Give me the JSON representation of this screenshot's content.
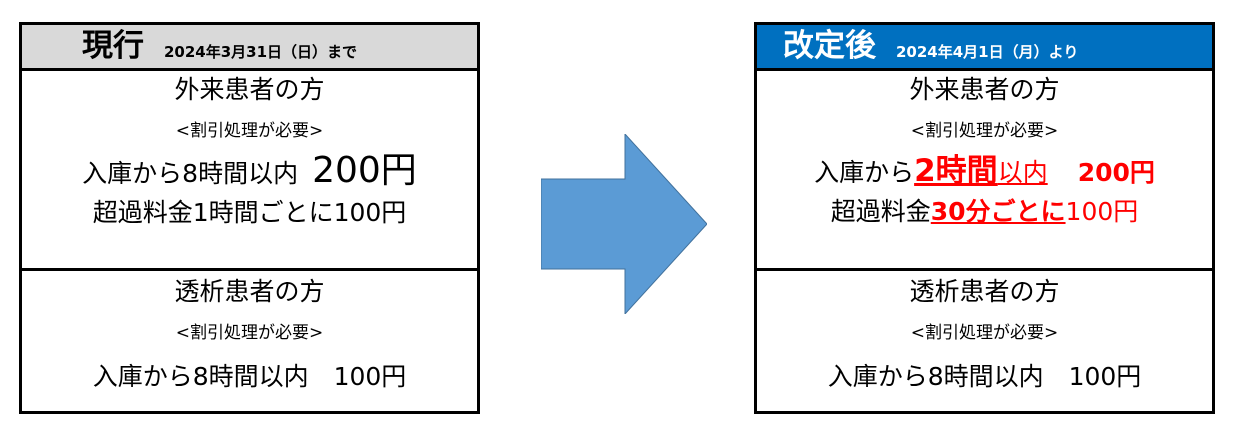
{
  "current": {
    "header_big": "現行",
    "header_small": "2024年3月31日（日）まで",
    "outpatient": {
      "title": "外来患者の方",
      "note": "<割引処理が必要>",
      "main_text": "入庫から8時間以内",
      "main_price": "200円",
      "extra": "超過料金1時間ごとに100円"
    },
    "dialysis": {
      "title": "透析患者の方",
      "note": "<割引処理が必要>",
      "main": "入庫から8時間以内　100円"
    }
  },
  "revised": {
    "header_big": "改定後",
    "header_small": "2024年4月1日（月）より",
    "outpatient": {
      "title": "外来患者の方",
      "note": "<割引処理が必要>",
      "main_prefix": "入庫から",
      "main_highlight": "2時間",
      "main_suffix": "以内",
      "main_price": "200円",
      "extra_prefix": "超過料金",
      "extra_highlight": "30分ごとに",
      "extra_suffix": "100円"
    },
    "dialysis": {
      "title": "透析患者の方",
      "note": "<割引処理が必要>",
      "main": "入庫から8時間以内　100円"
    }
  },
  "colors": {
    "current_header_bg": "#d9d9d9",
    "revised_header_bg": "#0070c0",
    "arrow": "#5b9bd5",
    "highlight": "#ff0000"
  }
}
